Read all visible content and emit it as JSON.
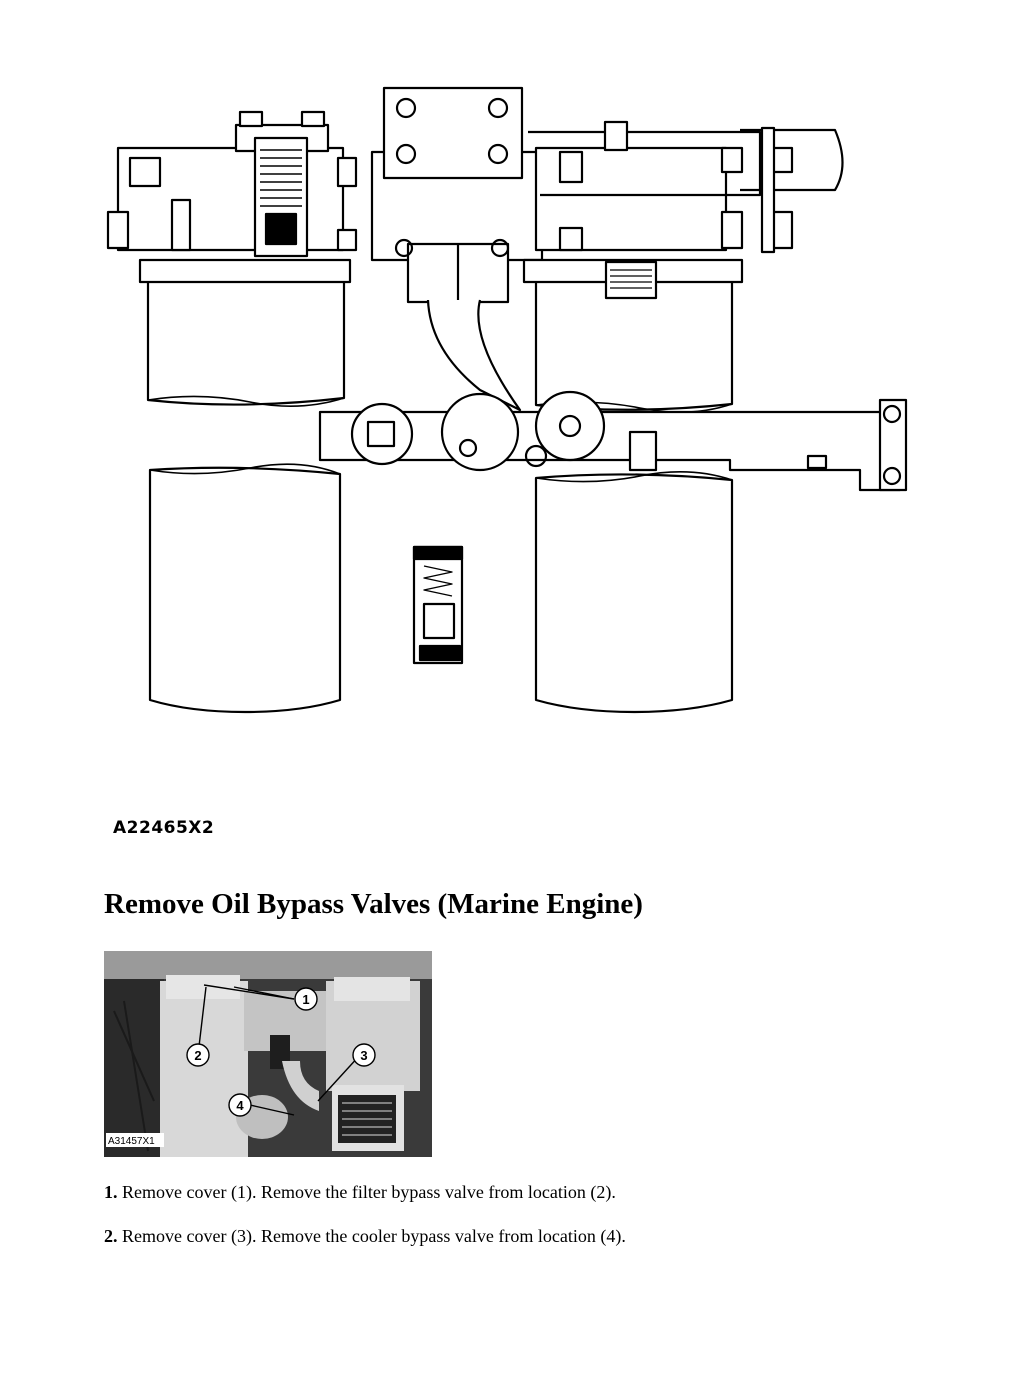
{
  "figure1": {
    "caption": "A22465X2"
  },
  "section": {
    "title": "Remove Oil Bypass Valves (Marine Engine)"
  },
  "photo": {
    "id_label": "A31457X1",
    "callouts": [
      "1",
      "2",
      "3",
      "4"
    ]
  },
  "steps": [
    {
      "number": "1.",
      "text": " Remove cover (1). Remove the filter bypass valve from location (2)."
    },
    {
      "number": "2.",
      "text": " Remove cover (3). Remove the cooler bypass valve from location (4)."
    }
  ]
}
